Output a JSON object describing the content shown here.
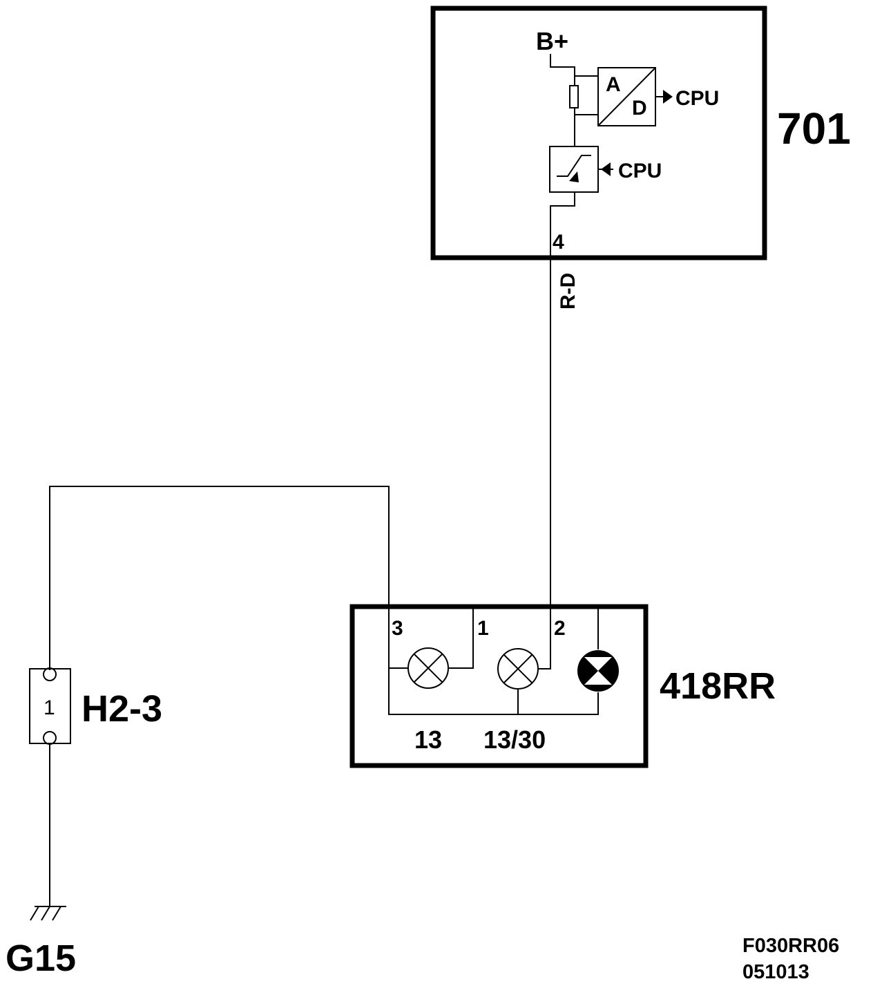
{
  "components": {
    "ecu": {
      "id": "701",
      "supply": "B+",
      "adc_top": "A",
      "adc_bottom": "D",
      "adc_output": "CPU",
      "switch_input": "CPU",
      "pin": "4"
    },
    "lamp_unit": {
      "id": "418RR",
      "pins": [
        "3",
        "1",
        "2"
      ],
      "bottom_labels": [
        "13",
        "13/30"
      ]
    },
    "fuse": {
      "id": "H2-3",
      "number": "1"
    },
    "ground": {
      "id": "G15"
    }
  },
  "wire_color": "R-D",
  "drawing_ref": {
    "code": "F030RR06",
    "date": "051013"
  }
}
